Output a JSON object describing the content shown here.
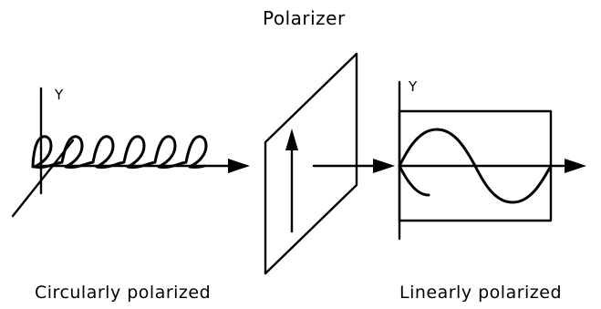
{
  "figure": {
    "polarizer_label": "Polarizer",
    "left_axis_label": "Y",
    "right_axis_label": "Y",
    "left_caption": "Circularly polarized",
    "right_caption": "Linearly polarized"
  }
}
